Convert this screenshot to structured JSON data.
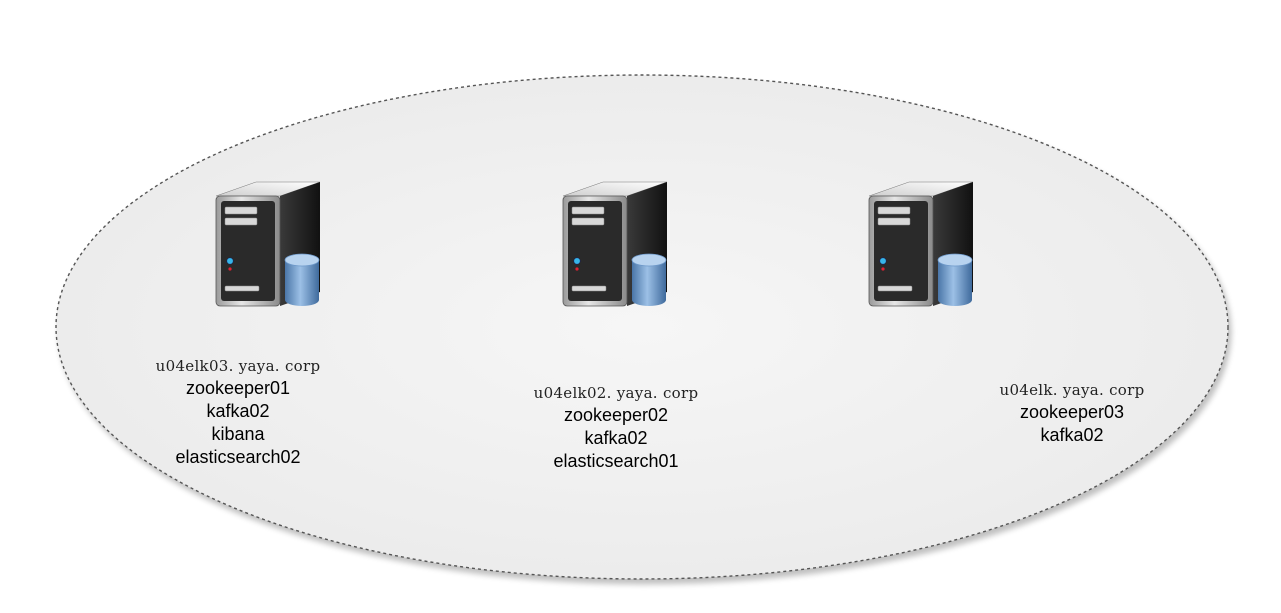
{
  "nodes": [
    {
      "hostname": "u04elk03. yaya. corp",
      "services": [
        "zookeeper01",
        "kafka02",
        "kibana",
        "elasticsearch02"
      ],
      "icon": "server-database-icon"
    },
    {
      "hostname": "u04elk02. yaya. corp",
      "services": [
        "zookeeper02",
        "kafka02",
        "elasticsearch01"
      ],
      "icon": "server-database-icon"
    },
    {
      "hostname": "u04elk. yaya. corp",
      "services": [
        "zookeeper03",
        "kafka02"
      ],
      "icon": "server-database-icon"
    }
  ],
  "colors": {
    "ellipse_fill": "#f0f0f0",
    "ellipse_stroke": "#555555",
    "server_body": "#2b2b2b",
    "database": "#6d98c9"
  }
}
